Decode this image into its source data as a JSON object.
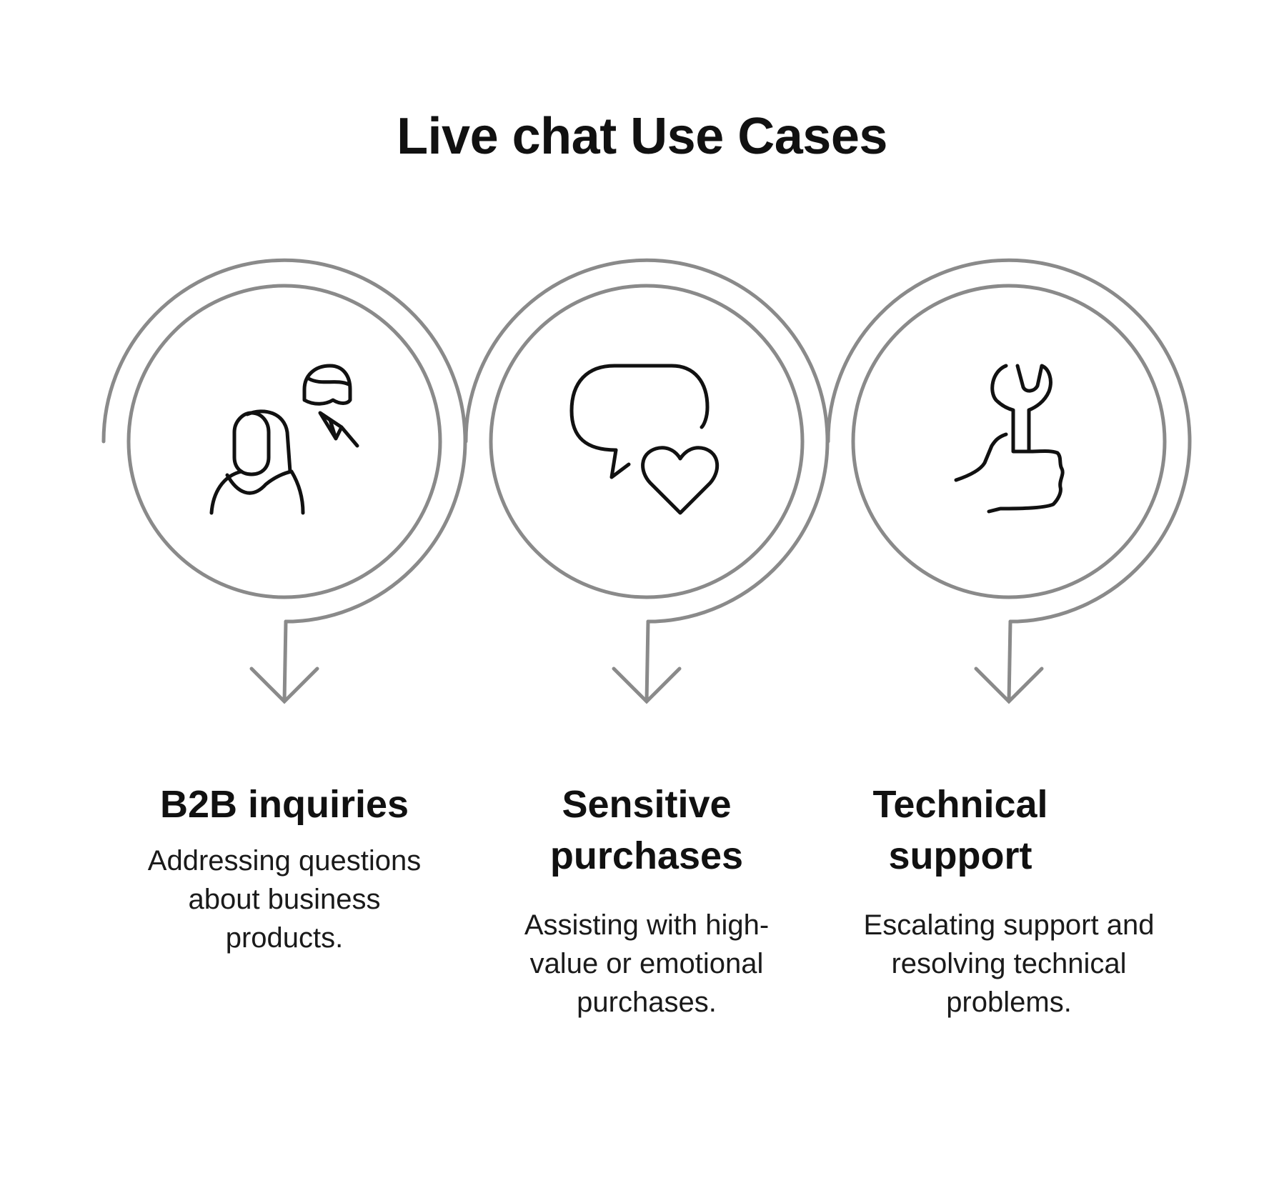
{
  "title": "Live chat Use Cases",
  "colors": {
    "ring": "#8a8a8a",
    "icon": "#111111",
    "text": "#111111"
  },
  "cases": [
    {
      "icon": "person-with-agent-icon",
      "title": "B2B inquiries",
      "description": "Addressing questions about business products."
    },
    {
      "icon": "chat-bubble-heart-icon",
      "title": "Sensitive purchases",
      "description": "Assisting with high-value or emotional purchases."
    },
    {
      "icon": "hand-wrench-icon",
      "title": "Technical support",
      "description": "Escalating support and resolving technical problems."
    }
  ]
}
